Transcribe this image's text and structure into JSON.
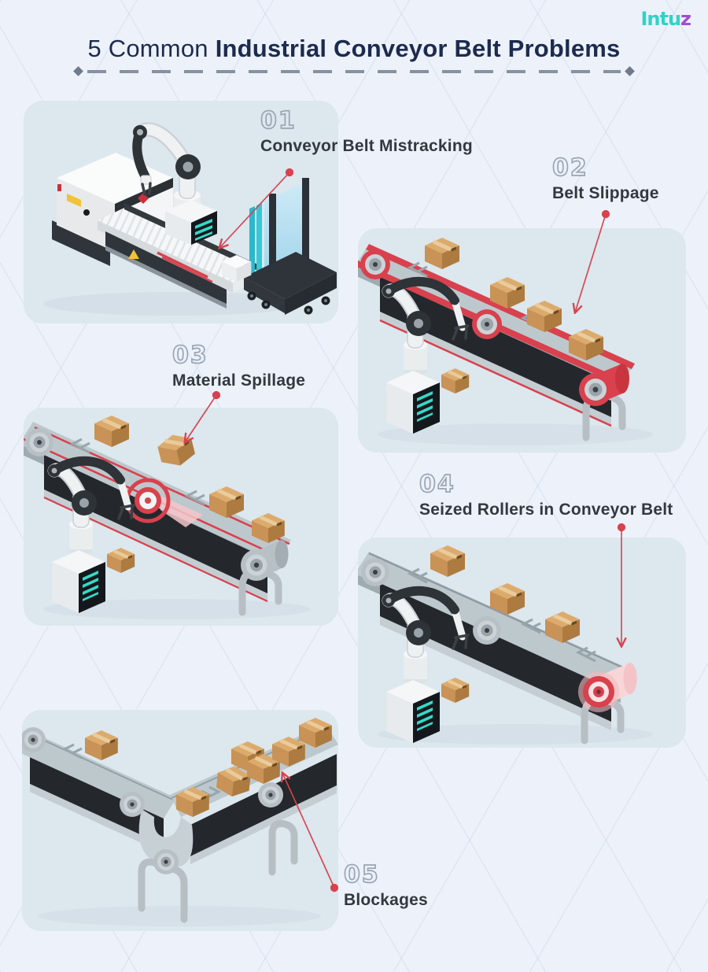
{
  "brand": {
    "name": "Intuz",
    "logo_main": "Intu",
    "logo_accent": "z"
  },
  "header": {
    "title_light": "5 Common",
    "title_bold": "Industrial Conveyor Belt Problems"
  },
  "problems": [
    {
      "number": "01",
      "label": "Conveyor Belt Mistracking"
    },
    {
      "number": "02",
      "label": "Belt Slippage"
    },
    {
      "number": "03",
      "label": "Material Spillage"
    },
    {
      "number": "04",
      "label": "Seized Rollers in Conveyor Belt"
    },
    {
      "number": "05",
      "label": "Blockages"
    }
  ],
  "colors": {
    "page_bg": "#edf2fa",
    "card_bg": "#dce7ee",
    "title_navy": "#1c2b4e",
    "label_text": "#33383f",
    "number_outline": "#9aa5b5",
    "accent_red": "#d8414d",
    "logo_teal": "#2ed3c8",
    "logo_purple": "#a04ed2"
  }
}
